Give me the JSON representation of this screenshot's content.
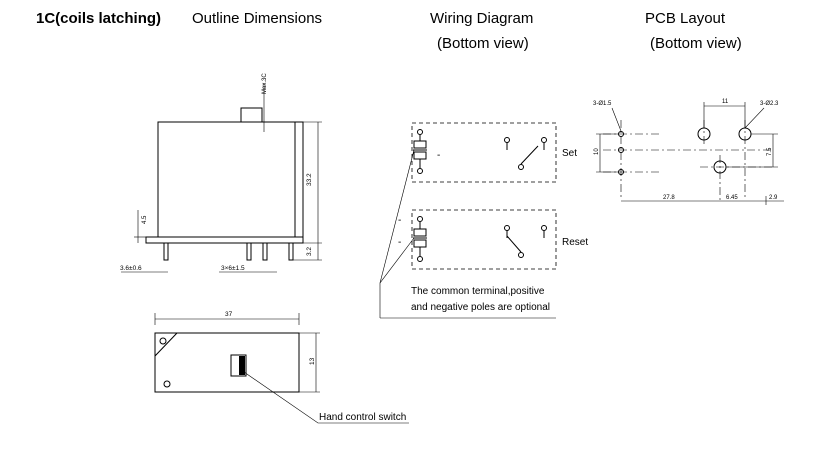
{
  "headings": {
    "relay_type": "1C(coils latching)",
    "outline": "Outline Dimensions",
    "wiring": "Wiring Diagram",
    "wiring_sub": "(Bottom view)",
    "pcb": "PCB Layout",
    "pcb_sub": "(Bottom view)"
  },
  "outline_dims": {
    "height": "33.2",
    "pin_length": "3.2",
    "top_tab": "Max.3C",
    "left_offset": "4.5",
    "pin_left": "3.6±0.6",
    "pin_right": "3×6±1.5",
    "length": "37",
    "width": "13"
  },
  "wiring": {
    "set_label": "Set",
    "reset_label": "Reset",
    "minus_sign": "-",
    "note_line1": "The common terminal,positive",
    "note_line2": "and negative poles are optional"
  },
  "pcb_dims": {
    "hole_small": "3-Ø1.5",
    "hole_large": "3-Ø2.3",
    "pitch_top": "11",
    "pitch_left": "10",
    "pitch_right": "7.5",
    "span_bottom": "27.8",
    "gap_bottom": "6.45",
    "edge_bottom": "2.9"
  },
  "hand_switch_label": "Hand control switch"
}
